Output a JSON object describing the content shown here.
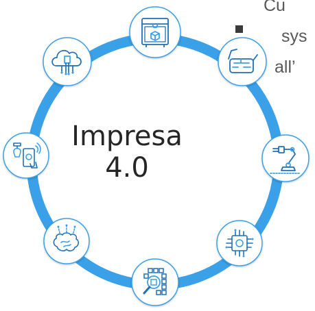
{
  "center": {
    "line1": "Impresa",
    "line2": "4.0"
  },
  "background_text": {
    "line1": "Cu",
    "line2": "sys",
    "line3": "all’"
  },
  "colors": {
    "ring": "#3aa0e8",
    "node_stroke": "#3aa0e8",
    "icon": "#1f6fb8",
    "icon_accent": "#3aa0e8"
  },
  "nodes": [
    {
      "icon": "3d-printer-icon"
    },
    {
      "icon": "smart-glasses-icon"
    },
    {
      "icon": "robotic-arm-icon"
    },
    {
      "icon": "microchip-cpu-icon"
    },
    {
      "icon": "data-search-icon"
    },
    {
      "icon": "brain-ai-icon"
    },
    {
      "icon": "smartphone-smart-home-icon"
    },
    {
      "icon": "cloud-computing-icon"
    }
  ]
}
